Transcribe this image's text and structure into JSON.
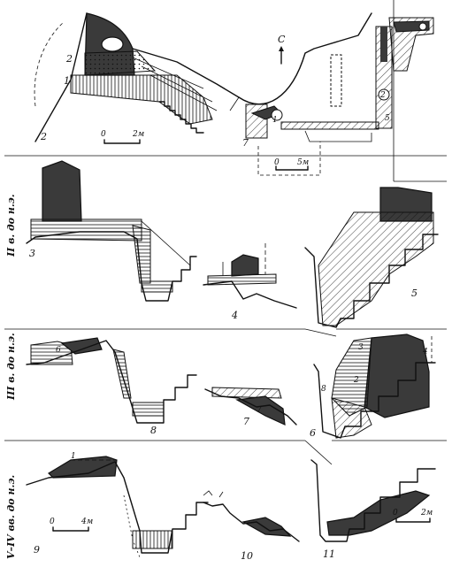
{
  "figures": {
    "fig2": "2",
    "fig3": "3",
    "fig4": "4",
    "fig5": "5",
    "fig6": "6",
    "fig7": "7",
    "fig8": "8",
    "fig9": "9",
    "fig10": "10",
    "fig11": "11"
  },
  "layers": {
    "l1": "1",
    "l2": "2",
    "l3": "3",
    "l4": "4",
    "l5": "5",
    "l6": "6",
    "l7": "7",
    "l8": "8"
  },
  "period_labels": {
    "band1": "II в. до н.э.",
    "band2": "III в. до н.э.",
    "band3": "V–IV вв. до н.э."
  },
  "plan": {
    "north": "С"
  },
  "scales": {
    "zero": "0",
    "s2m": "2м",
    "s5m": "5м",
    "s4m": "4м"
  },
  "colors": {
    "ink": "#111111",
    "fill_dark": "#3a3a3a",
    "paper": "#ffffff"
  }
}
